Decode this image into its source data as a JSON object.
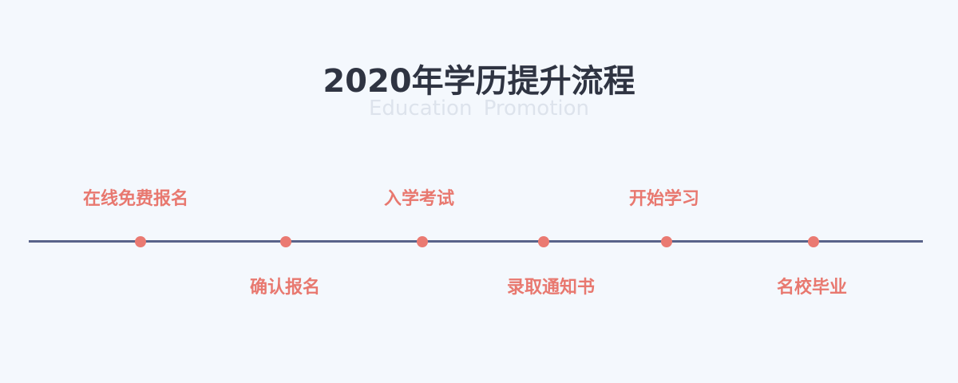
{
  "header": {
    "title": "2020年学历提升流程",
    "subtitle": "Education Promotion"
  },
  "colors": {
    "background": "#f4f8fd",
    "title": "#2f3442",
    "subtitle": "#dde3ec",
    "line": "#59638a",
    "dot": "#ea7a72",
    "label": "#e8786f"
  },
  "steps": [
    {
      "label": "在线免费报名",
      "position": "above"
    },
    {
      "label": "确认报名",
      "position": "below"
    },
    {
      "label": "入学考试",
      "position": "above"
    },
    {
      "label": "录取通知书",
      "position": "below"
    },
    {
      "label": "开始学习",
      "position": "above"
    },
    {
      "label": "名校毕业",
      "position": "below"
    }
  ]
}
